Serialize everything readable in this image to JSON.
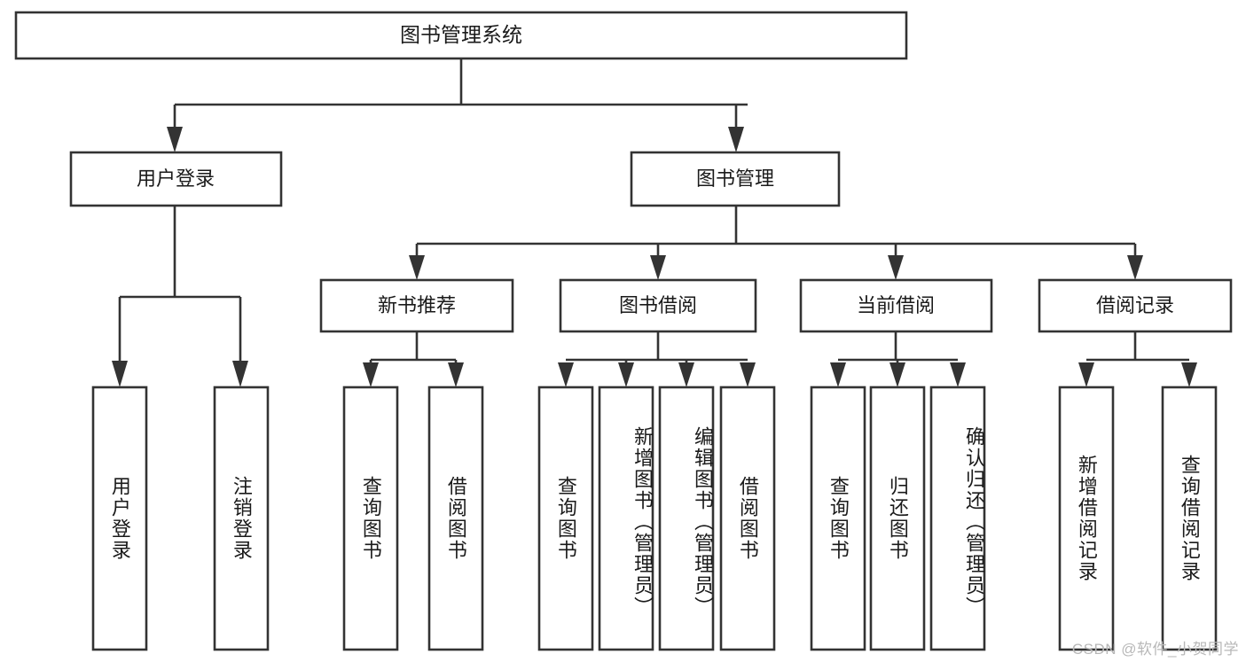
{
  "diagram": {
    "type": "tree-hierarchy-chart",
    "title": "图书管理系统",
    "watermark": "CSDN @软件_小贺同学",
    "colors": {
      "stroke": "#333333",
      "box_fill": "#ffffff",
      "text": "#1a1a1a",
      "background": "#ffffff",
      "watermark": "#b8b8b8"
    },
    "root": {
      "label": "图书管理系统"
    },
    "level2": [
      {
        "label": "用户登录"
      },
      {
        "label": "图书管理"
      }
    ],
    "level3": [
      {
        "label": "新书推荐"
      },
      {
        "label": "图书借阅"
      },
      {
        "label": "当前借阅"
      },
      {
        "label": "借阅记录"
      }
    ],
    "leaves": {
      "user_login": [
        {
          "label": "用户登录"
        },
        {
          "label": "注销登录"
        }
      ],
      "new_book_recommend": [
        {
          "label": "查询图书"
        },
        {
          "label": "借阅图书"
        }
      ],
      "book_borrow": [
        {
          "label": "查询图书"
        },
        {
          "label": "新增图书（管理员）"
        },
        {
          "label": "编辑图书（管理员）"
        },
        {
          "label": "借阅图书"
        }
      ],
      "current_borrow": [
        {
          "label": "查询图书"
        },
        {
          "label": "归还图书"
        },
        {
          "label": "确认归还（管理员）"
        }
      ],
      "borrow_records": [
        {
          "label": "新增借阅记录"
        },
        {
          "label": "查询借阅记录"
        }
      ]
    }
  }
}
